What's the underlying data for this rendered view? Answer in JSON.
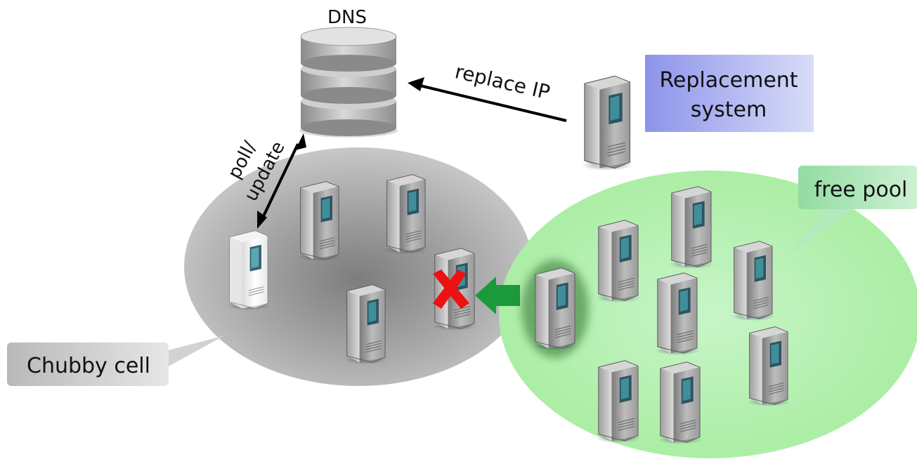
{
  "labels": {
    "dns": "DNS",
    "replace_ip": "replace IP",
    "poll_update_line1": "poll/",
    "poll_update_line2": "update",
    "replacement_system_line1": "Replacement",
    "replacement_system_line2": "system",
    "free_pool": "free pool",
    "chubby_cell": "Chubby cell"
  },
  "colors": {
    "chubby_cell_fill": "#9a9a9a",
    "free_pool_fill": "#b6f0b6",
    "replacement_box": "#9da5ef",
    "free_pool_tag": "#a9e5b4",
    "chubby_tag": "#c9c9c9",
    "move_arrow": "#1b9a3c",
    "failure_mark": "#ee1111"
  },
  "icons": {
    "database": "database-stack-icon",
    "server": "server-tower-icon",
    "failed": "red-x-icon"
  }
}
